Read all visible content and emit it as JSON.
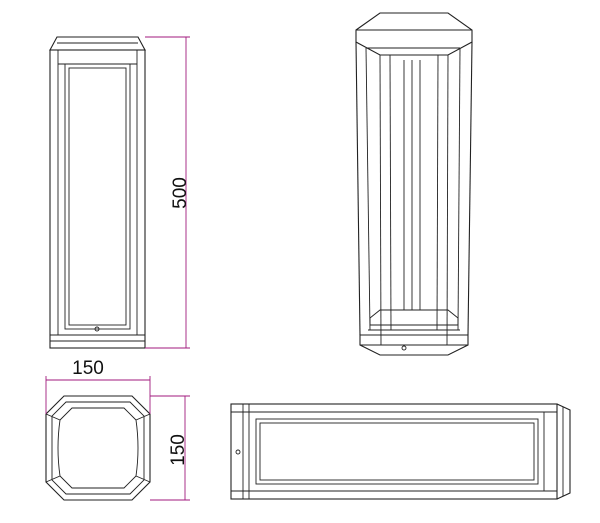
{
  "dimensions": {
    "height": "500",
    "front_width": "150",
    "top_depth": "150"
  },
  "colors": {
    "line": "#222222",
    "dimension_line": "#a01a7d",
    "background": "#ffffff"
  }
}
